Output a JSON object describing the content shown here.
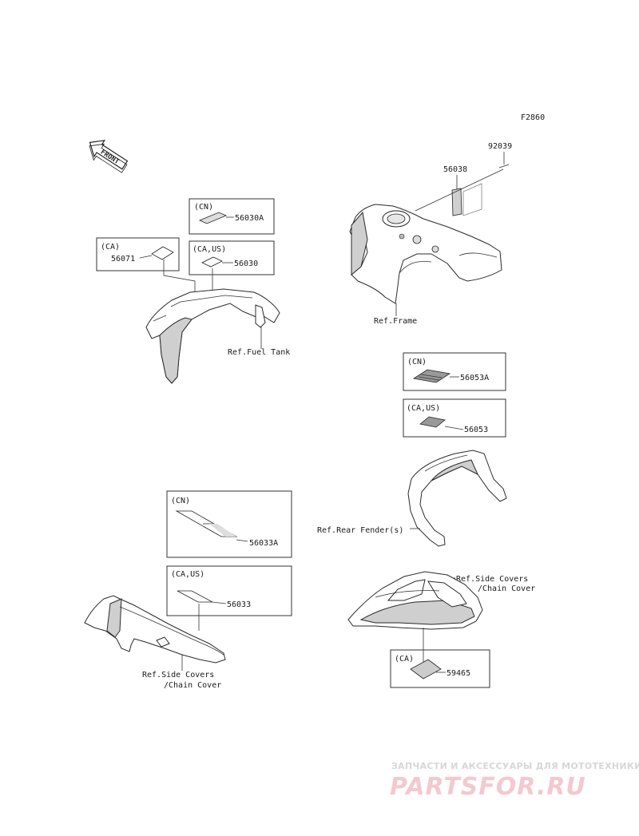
{
  "figure_code": "F2860",
  "front_label": "FRONT",
  "fuel_tank_group": {
    "box_cn": {
      "region": "(CN)",
      "part": "56030A"
    },
    "box_ca_left": {
      "region": "(CA)",
      "part": "56071"
    },
    "box_ca_us": {
      "region": "(CA,US)",
      "part": "56030"
    },
    "ref": "Ref.Fuel Tank"
  },
  "frame_group": {
    "part_clip": "92039",
    "part_label": "56038",
    "ref": "Ref.Frame"
  },
  "rear_fender_group": {
    "box_cn": {
      "region": "(CN)",
      "part": "56053A"
    },
    "box_ca_us": {
      "region": "(CA,US)",
      "part": "56053"
    },
    "ref": "Ref.Rear Fender(s)"
  },
  "chain_cover_group": {
    "box_cn": {
      "region": "(CN)",
      "part": "56033A"
    },
    "box_ca_us": {
      "region": "(CA,US)",
      "part": "56033"
    },
    "ref_line1": "Ref.Side Covers",
    "ref_line2": "/Chain Cover"
  },
  "side_cover_group": {
    "ref_line1": "Ref.Side Covers",
    "ref_line2": "/Chain Cover",
    "box_ca": {
      "region": "(CA)",
      "part": "59465"
    }
  },
  "watermark": {
    "tagline": "ЗАПЧАСТИ И АКСЕССУАРЫ ДЛЯ МОТОТЕХНИКИ",
    "logo": "PARTSFOR.RU"
  }
}
